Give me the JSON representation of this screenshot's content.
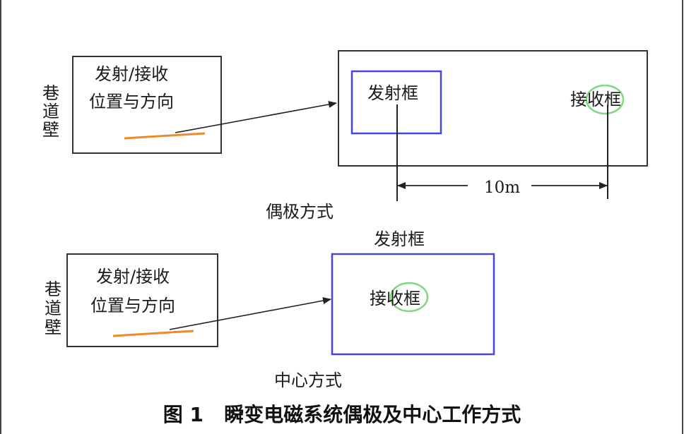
{
  "top_panel": {
    "wall_label": [
      "巷",
      "道",
      "壁"
    ],
    "position_box_lines": [
      "发射/接收",
      "位置与方向"
    ],
    "transmitter_label": "发射框",
    "receiver_label": "接收框",
    "distance_label": "10m",
    "mode_label": "偶极方式"
  },
  "bottom_panel": {
    "wall_label": [
      "巷",
      "道",
      "壁"
    ],
    "position_box_lines": [
      "发射/接收",
      "位置与方向"
    ],
    "transmitter_label": "发射框",
    "receiver_label": "接收框",
    "mode_label": "中心方式"
  },
  "caption": "图 1   瞬变电磁系统偶极及中心工作方式",
  "colors": {
    "box_border": "#333333",
    "transmitter_frame": "#4747e0",
    "receiver_ring": "#7fd87f",
    "antenna_line": "#ee8a2e",
    "arrow": "#222222"
  }
}
